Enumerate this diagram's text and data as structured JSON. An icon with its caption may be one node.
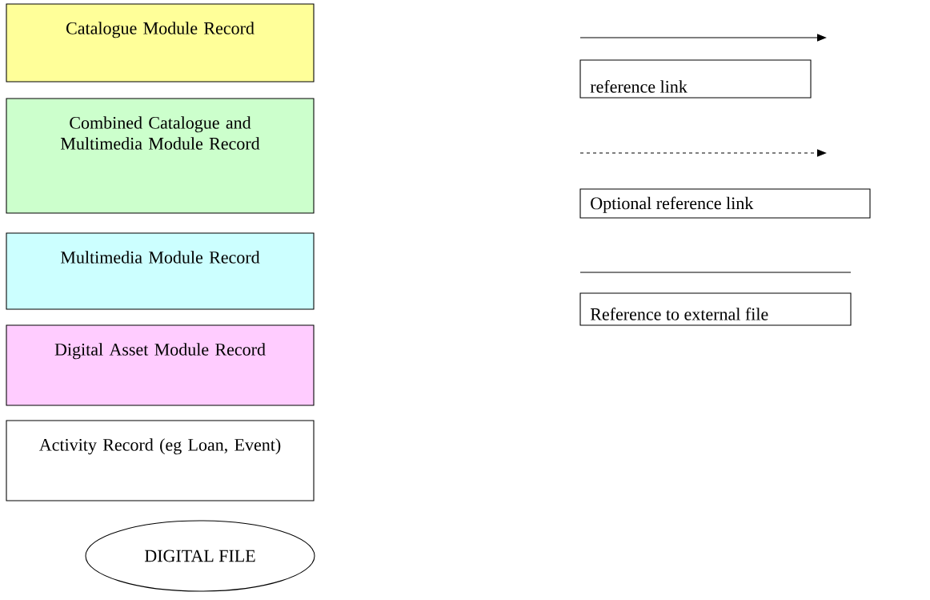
{
  "diagram": {
    "nodes": [
      {
        "text": [
          "Catalogue Module Record"
        ]
      },
      {
        "text": [
          "Combined Catalogue and Multimedia Module Record"
        ]
      },
      {
        "text": [
          "Multimedia Module Record"
        ]
      },
      {
        "text": [
          "Digital Asset Module Record"
        ]
      },
      {
        "text": [
          "Activity Record (eg Loan, Event)"
        ]
      },
      {
        "text": [
          "DIGITAL FILE"
        ]
      }
    ],
    "legend": [
      {
        "text": "reference link"
      },
      {
        "text": "Optional reference link"
      },
      {
        "text": "Reference to external file"
      }
    ]
  }
}
